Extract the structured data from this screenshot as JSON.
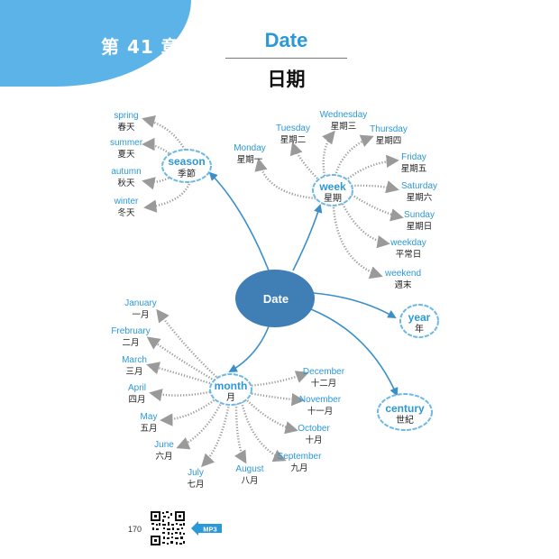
{
  "chapter": "第 41 章",
  "title": {
    "en": "Date",
    "zh": "日期"
  },
  "center": "Date",
  "hubs": {
    "season": {
      "en": "season",
      "zh": "季節"
    },
    "week": {
      "en": "week",
      "zh": "星期"
    },
    "month": {
      "en": "month",
      "zh": "月"
    },
    "year": {
      "en": "year",
      "zh": "年"
    },
    "century": {
      "en": "century",
      "zh": "世紀"
    }
  },
  "seasons": [
    {
      "en": "spring",
      "zh": "春天"
    },
    {
      "en": "summer",
      "zh": "夏天"
    },
    {
      "en": "autumn",
      "zh": "秋天"
    },
    {
      "en": "winter",
      "zh": "冬天"
    }
  ],
  "week_items": [
    {
      "en": "Monday",
      "zh": "星期一"
    },
    {
      "en": "Tuesday",
      "zh": "星期二"
    },
    {
      "en": "Wednesday",
      "zh": "星期三"
    },
    {
      "en": "Thursday",
      "zh": "星期四"
    },
    {
      "en": "Friday",
      "zh": "星期五"
    },
    {
      "en": "Saturday",
      "zh": "星期六"
    },
    {
      "en": "Sunday",
      "zh": "星期日"
    },
    {
      "en": "weekday",
      "zh": "平常日"
    },
    {
      "en": "weekend",
      "zh": "週末"
    }
  ],
  "months": [
    {
      "en": "January",
      "zh": "一月"
    },
    {
      "en": "Frebruary",
      "zh": "二月"
    },
    {
      "en": "March",
      "zh": "三月"
    },
    {
      "en": "April",
      "zh": "四月"
    },
    {
      "en": "May",
      "zh": "五月"
    },
    {
      "en": "June",
      "zh": "六月"
    },
    {
      "en": "July",
      "zh": "七月"
    },
    {
      "en": "August",
      "zh": "八月"
    },
    {
      "en": "September",
      "zh": "九月"
    },
    {
      "en": "October",
      "zh": "十月"
    },
    {
      "en": "November",
      "zh": "十一月"
    },
    {
      "en": "December",
      "zh": "十二月"
    }
  ],
  "footer": {
    "page_number": "170",
    "audio_badge": "MP3",
    "qr_icon": "qr-code-icon",
    "audio_icon": "mp3-arrow-icon"
  },
  "colors": {
    "accent": "#2b98d8",
    "banner": "#5cb3e8",
    "center_node": "#3f7fb5",
    "dotted": "#9a9a9a"
  }
}
